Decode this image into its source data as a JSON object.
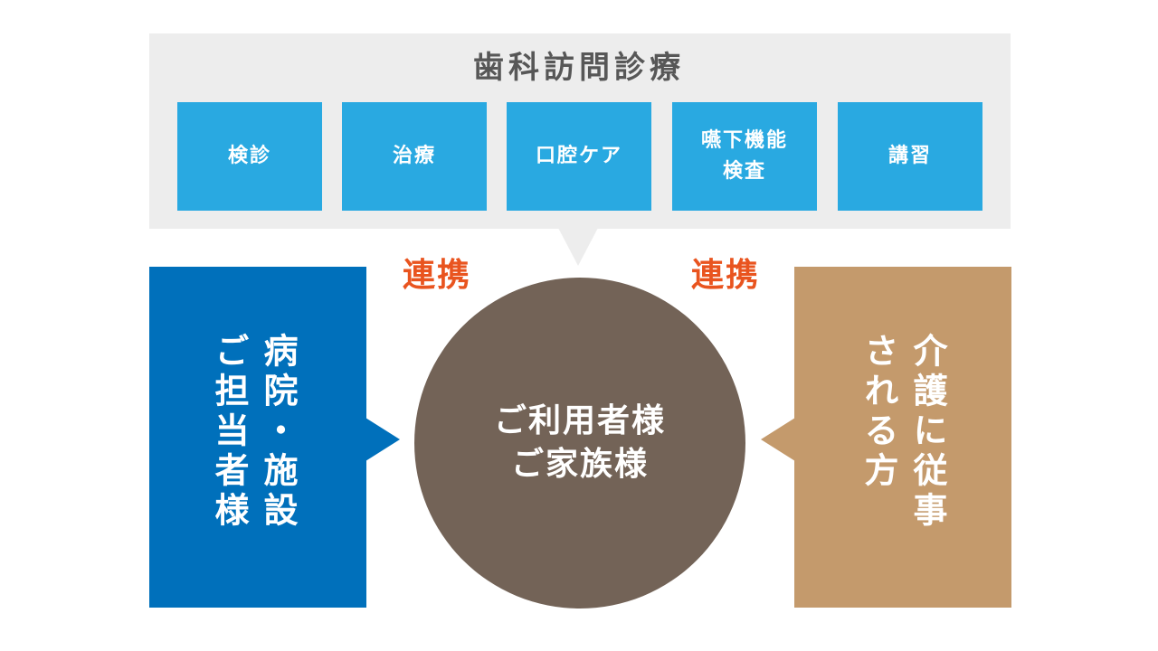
{
  "top_panel": {
    "title": "歯科訪問診療",
    "services": [
      "検診",
      "治療",
      "口腔ケア",
      "嚥下機能\n検査",
      "講習"
    ]
  },
  "links": {
    "left": "連携",
    "right": "連携"
  },
  "left_box": {
    "text": "病院・施設\nご担当者様"
  },
  "center": {
    "text": "ご利用者様\nご家族様"
  },
  "right_box": {
    "text": "介護に従事\nされる方"
  },
  "colors": {
    "panel_bg": "#ededed",
    "service_blue": "#29a9e1",
    "left_blue": "#0070bb",
    "center_brown": "#736357",
    "right_tan": "#c49a6c",
    "link_orange": "#e9541f"
  }
}
